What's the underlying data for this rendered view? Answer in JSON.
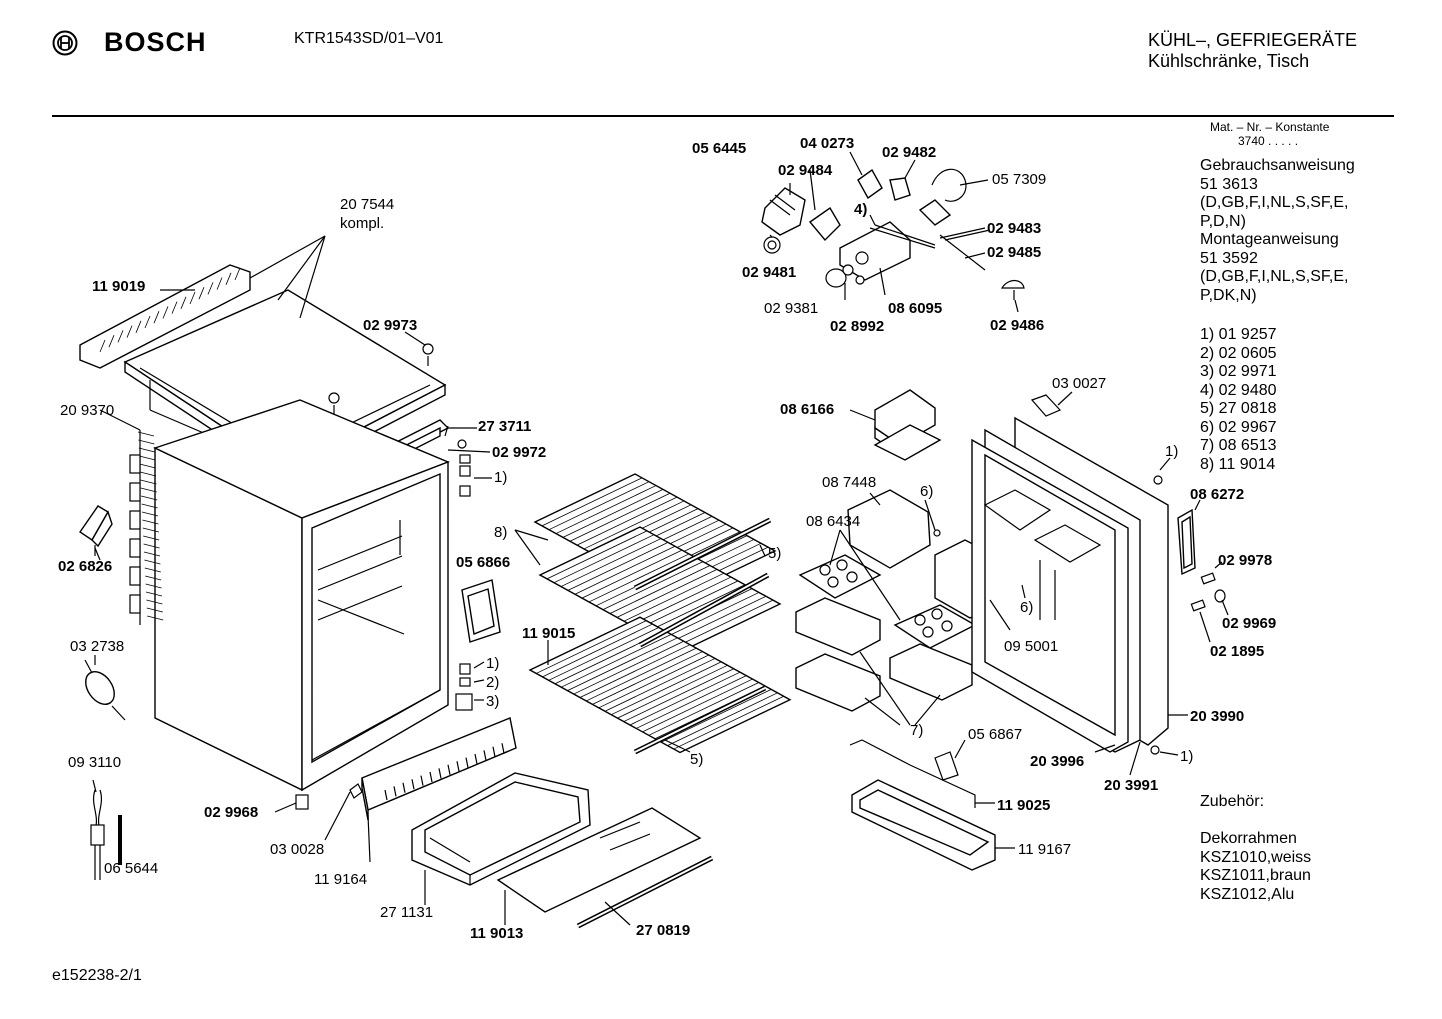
{
  "header": {
    "brand": "BOSCH",
    "model": "KTR1543SD/01–V01",
    "category_line1": "KÜHL–, GEFRIEGERÄTE",
    "category_line2": "Kühlschränke, Tisch"
  },
  "sidebar": {
    "mat_label": "Mat. – Nr. – Konstante",
    "mat_value": "3740 . . . . .",
    "docs": [
      "Gebrauchsanweisung",
      "51 3613",
      "(D,GB,F,I,NL,S,SF,E,",
      "P,D,N)",
      "Montageanweisung",
      "51 3592",
      "(D,GB,F,I,NL,S,SF,E,",
      "P,DK,N)"
    ],
    "notes": [
      "1)  01 9257",
      "2)  02 0605",
      "3)  02 9971",
      "4)  02 9480",
      "5)  27 0818",
      "6)  02 9967",
      "7)  08 6513",
      "8)  11 9014"
    ],
    "accessories": [
      "Zubehör:",
      "",
      "Dekorrahmen",
      "KSZ1010,weiss",
      "KSZ1011,braun",
      "KSZ1012,Alu"
    ]
  },
  "footer": "e152238-2/1",
  "parts": [
    {
      "label": "20 7544",
      "bold": false
    },
    {
      "label": "kompl.",
      "bold": false
    },
    {
      "label": "11 9019",
      "bold": true
    },
    {
      "label": "02 9973",
      "bold": true
    },
    {
      "label": "20 9370",
      "bold": false
    },
    {
      "label": "27 3711",
      "bold": true
    },
    {
      "label": "02 9972",
      "bold": true
    },
    {
      "label": "1)",
      "bold": false
    },
    {
      "label": "02 6826",
      "bold": true
    },
    {
      "label": "05 6866",
      "bold": true
    },
    {
      "label": "1)",
      "bold": false
    },
    {
      "label": "2)",
      "bold": false
    },
    {
      "label": "3)",
      "bold": false
    },
    {
      "label": "03 2738",
      "bold": false
    },
    {
      "label": "09 3110",
      "bold": false
    },
    {
      "label": "06 5644",
      "bold": false
    },
    {
      "label": "02 9968",
      "bold": true
    },
    {
      "label": "03 0028",
      "bold": false
    },
    {
      "label": "11 9164",
      "bold": false
    },
    {
      "label": "27 1131",
      "bold": false
    },
    {
      "label": "11 9013",
      "bold": true
    },
    {
      "label": "27 0819",
      "bold": true
    },
    {
      "label": "8)",
      "bold": false
    },
    {
      "label": "5)",
      "bold": false
    },
    {
      "label": "11 9015",
      "bold": true
    },
    {
      "label": "5)",
      "bold": false
    },
    {
      "label": "05 6445",
      "bold": true
    },
    {
      "label": "04 0273",
      "bold": true
    },
    {
      "label": "02 9482",
      "bold": true
    },
    {
      "label": "02 9484",
      "bold": true
    },
    {
      "label": "05 7309",
      "bold": false
    },
    {
      "label": "4)",
      "bold": true
    },
    {
      "label": "02 9483",
      "bold": true
    },
    {
      "label": "02 9485",
      "bold": true
    },
    {
      "label": "02 9481",
      "bold": true
    },
    {
      "label": "02 9381",
      "bold": false
    },
    {
      "label": "08 6095",
      "bold": true
    },
    {
      "label": "02 8992",
      "bold": true
    },
    {
      "label": "02 9486",
      "bold": true
    },
    {
      "label": "08 6166",
      "bold": true
    },
    {
      "label": "03 0027",
      "bold": false
    },
    {
      "label": "08 7448",
      "bold": false
    },
    {
      "label": "6)",
      "bold": false
    },
    {
      "label": "08 6434",
      "bold": false
    },
    {
      "label": "6)",
      "bold": false
    },
    {
      "label": "09 5001",
      "bold": false
    },
    {
      "label": "7)",
      "bold": false
    },
    {
      "label": "05 6867",
      "bold": false
    },
    {
      "label": "11 9025",
      "bold": true
    },
    {
      "label": "11 9167",
      "bold": false
    },
    {
      "label": "1)",
      "bold": false
    },
    {
      "label": "08 6272",
      "bold": true
    },
    {
      "label": "02 9978",
      "bold": true
    },
    {
      "label": "02 9969",
      "bold": true
    },
    {
      "label": "02 1895",
      "bold": true
    },
    {
      "label": "20 3990",
      "bold": true
    },
    {
      "label": "20 3996",
      "bold": true
    },
    {
      "label": "20 3991",
      "bold": true
    },
    {
      "label": "1)",
      "bold": false
    }
  ]
}
